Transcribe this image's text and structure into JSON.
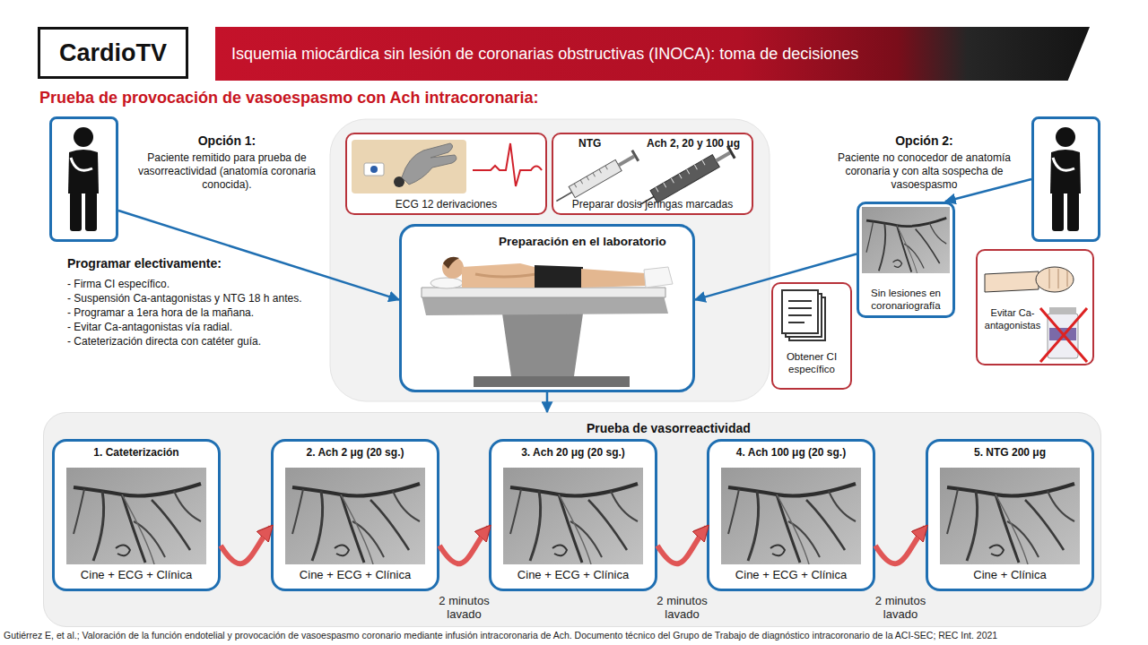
{
  "diagram": {
    "title": "Prueba de provocación de vasoespasmo con Ach intracoronaria:",
    "caption": "Gutiérrez E, et al.; Valoración de la función endotelial y provocación de vasoespasmo coronario mediante infusión intracoronaria de Ach. Documento técnico del Grupo de Trabajo de diagnóstico intracoronario de la ACI-SEC; REC Int. 2021",
    "nodes": [
      {
        "text": [
          "CardioTV"
        ]
      },
      {
        "text": [
          "Isquemia miocárdica sin lesión de coronarias obstructivas (INOCA): toma de decisiones"
        ]
      },
      {
        "text": [
          "Opción 1:",
          "Paciente remitido para prueba de vasorreactividad (anatomía coronaria conocida)."
        ]
      },
      {
        "text": [
          "ECG 12 derivaciones"
        ]
      },
      {
        "text": [
          "NTG",
          "Ach 2, 20 y 100 μg",
          "Preparar dosis jeringas marcadas"
        ]
      },
      {
        "text": [
          "Preparación en el laboratorio"
        ]
      },
      {
        "text": [
          "Opción 2:",
          "Paciente no conocedor de anatomía coronaria y con alta sospecha de vasoespasmo"
        ]
      },
      {
        "text": [
          "Sin lesiones en coronariografía"
        ]
      },
      {
        "text": [
          "Obtener CI específico"
        ]
      },
      {
        "text": [
          "Evitar Ca-antagonistas"
        ]
      },
      {
        "text": [
          "Prueba de vasorreactividad"
        ]
      },
      {
        "text": [
          "1. Cateterización",
          "Cine + ECG + Clínica"
        ],
        "in": 10
      },
      {
        "text": [
          "2. Ach 2 μg (20 sg.)",
          "Cine + ECG + Clínica"
        ],
        "in": 10
      },
      {
        "text": [
          "3. Ach 20 μg (20 sg.)",
          "Cine + ECG + Clínica"
        ],
        "in": 10
      },
      {
        "text": [
          "4. Ach 100 μg (20 sg.)",
          "Cine + ECG + Clínica"
        ],
        "in": 10
      },
      {
        "text": [
          "5. NTG 200 μg",
          "Cine + Clínica"
        ],
        "in": 10
      }
    ],
    "edges": [
      {
        "from": 2,
        "to": 5,
        "arrow": "to"
      },
      {
        "from": 6,
        "to": 7,
        "arrow": "to"
      },
      {
        "from": 7,
        "to": 5,
        "arrow": "to"
      },
      {
        "from": 5,
        "to": 10,
        "arrow": "to"
      },
      {
        "from": 11,
        "to": 12,
        "arrow": "to"
      },
      {
        "from": 12,
        "to": 13,
        "arrow": "to",
        "label": "2 minutos lavado"
      },
      {
        "from": 13,
        "to": 14,
        "arrow": "to",
        "label": "2 minutos lavado"
      },
      {
        "from": 14,
        "to": 15,
        "arrow": "to",
        "label": "2 minutos lavado"
      }
    ],
    "labels": [
      "Programar electivamente:",
      "- Firma CI específico.",
      "- Suspensión Ca-antagonistas y NTG 18 h antes.",
      "- Programar a 1era hora de la mañana.",
      "- Evitar Ca-antagonistas vía radial.",
      "- Cateterización directa con catéter guía."
    ]
  }
}
